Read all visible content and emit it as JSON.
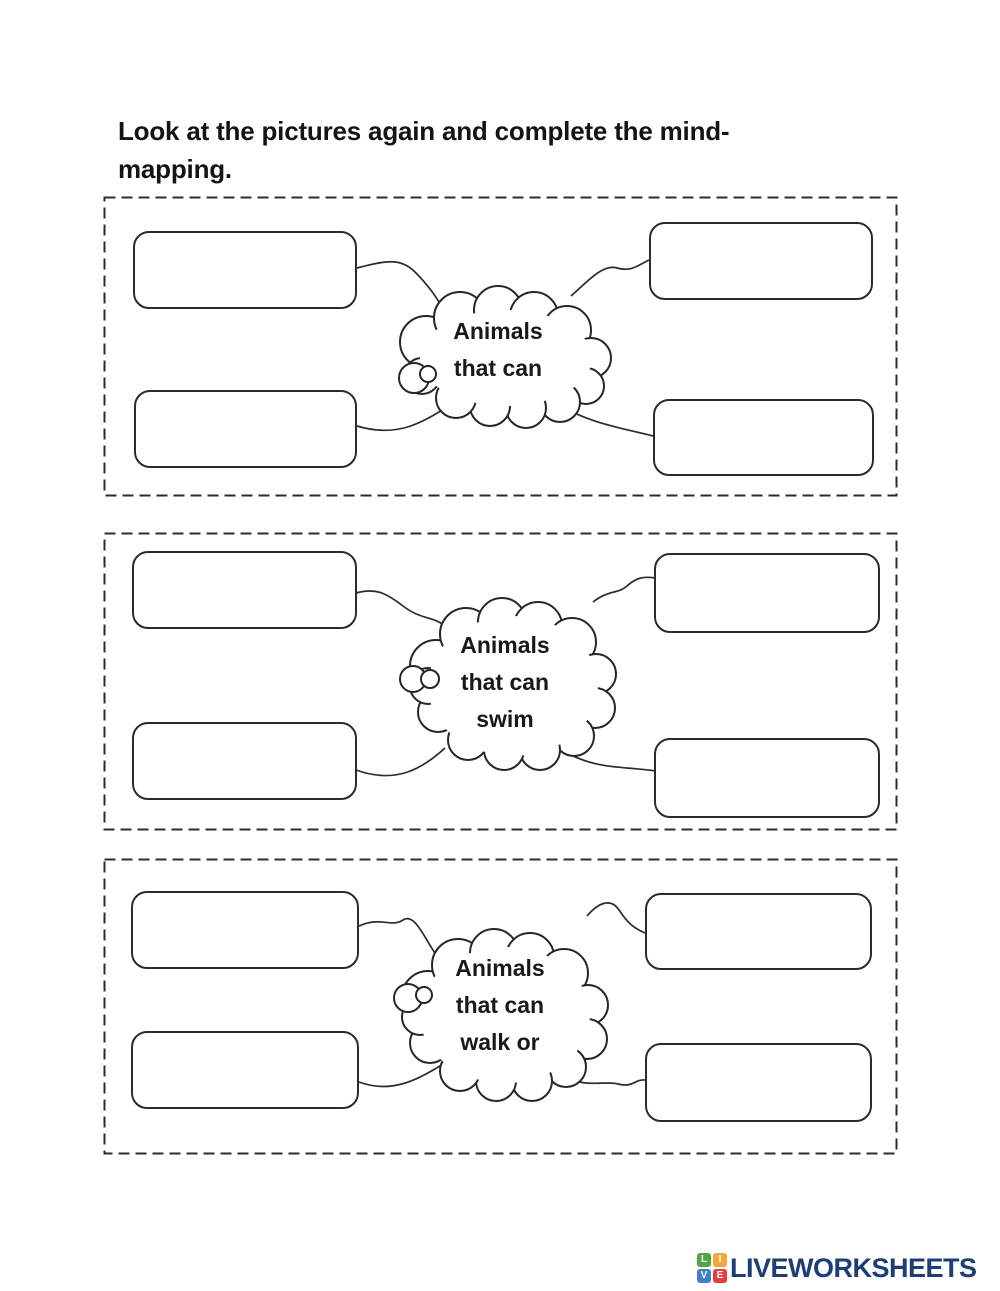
{
  "header": {
    "title_line1": "Look at the pictures again and complete the mind-",
    "title_line2": "mapping."
  },
  "sections": [
    {
      "id": "mind-map-fly",
      "cloud": {
        "line1": "Animals",
        "line2": "that can"
      },
      "answer_boxes": [
        "",
        "",
        "",
        ""
      ]
    },
    {
      "id": "mind-map-swim",
      "cloud": {
        "line1": "Animals",
        "line2": "that can",
        "line3": "swim"
      },
      "answer_boxes": [
        "",
        "",
        "",
        ""
      ]
    },
    {
      "id": "mind-map-walk-run",
      "cloud": {
        "line1": "Animals",
        "line2": "that can",
        "line3": "walk or"
      },
      "answer_boxes": [
        "",
        "",
        "",
        ""
      ]
    }
  ],
  "colors": {
    "ink": "#2b2b2b",
    "background": "#ffffff"
  },
  "footer": {
    "brand_text": "LIVEWORKSHEETS",
    "brand_color": "#1c3e75",
    "logo_icon": "liveworksheets-grid-icon",
    "logo_squares": [
      {
        "letter": "L",
        "color": "#54a645"
      },
      {
        "letter": "I",
        "color": "#f3a73b"
      },
      {
        "letter": "V",
        "color": "#4180c7"
      },
      {
        "letter": "E",
        "color": "#e04038"
      }
    ]
  }
}
